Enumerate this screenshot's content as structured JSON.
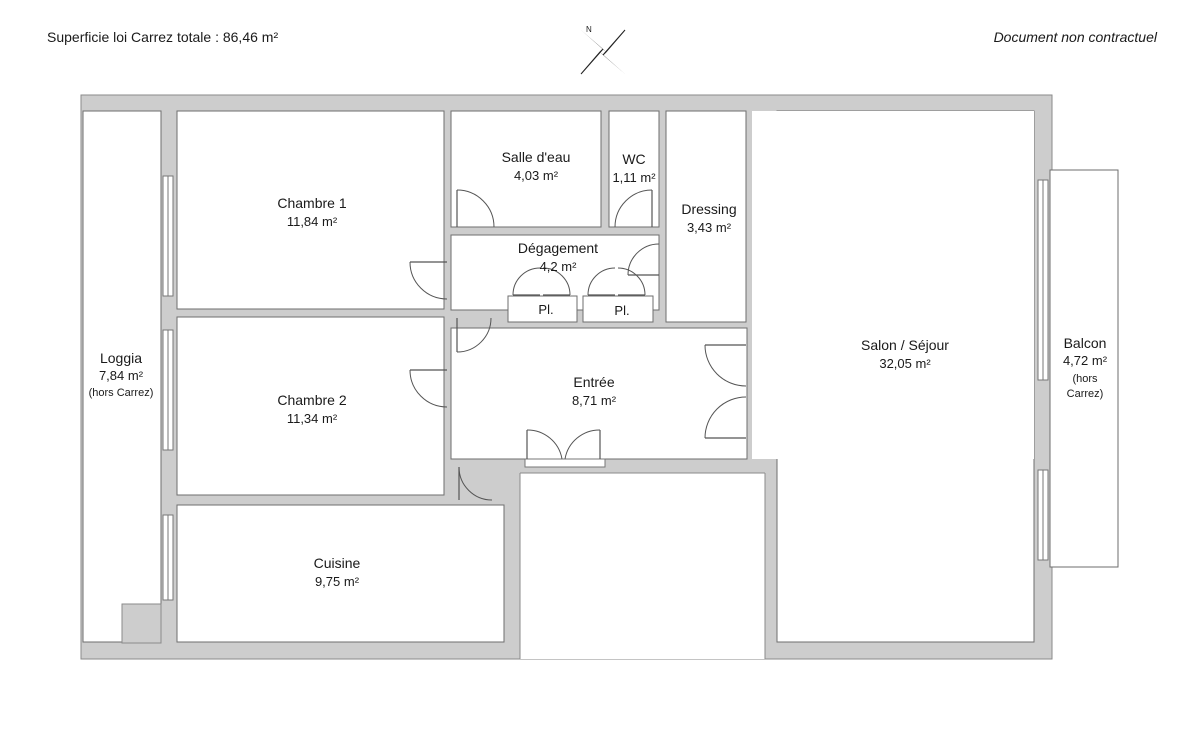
{
  "header": {
    "watermark": "© ",
    "surface_total": "Superficie loi Carrez totale :  86,46 m²",
    "disclaimer": "Document non contractuel"
  },
  "compass": {
    "label": "N"
  },
  "rooms": {
    "chambre1": {
      "name": "Chambre 1",
      "area": "11,84 m²"
    },
    "chambre2": {
      "name": "Chambre 2",
      "area": "11,34 m²"
    },
    "cuisine": {
      "name": "Cuisine",
      "area": "9,75 m²"
    },
    "loggia": {
      "name": "Loggia",
      "area": "7,84 m²",
      "note": "(hors Carrez)"
    },
    "salle_deau": {
      "name": "Salle d'eau",
      "area": "4,03 m²"
    },
    "wc": {
      "name": "WC",
      "area": "1,11 m²"
    },
    "dressing": {
      "name": "Dressing",
      "area": "3,43 m²"
    },
    "degagement": {
      "name": "Dégagement",
      "area": "4,2 m²"
    },
    "placard1": {
      "name": "Pl."
    },
    "placard2": {
      "name": "Pl."
    },
    "entree": {
      "name": "Entrée",
      "area": "8,71 m²"
    },
    "salon": {
      "name": "Salon / Séjour",
      "area": "32,05 m²"
    },
    "balcon": {
      "name": "Balcon",
      "area": "4,72 m²",
      "note_line1": "(hors",
      "note_line2": "Carrez)"
    }
  },
  "colors": {
    "wall": "#cdcdcd",
    "floor": "#ffffff",
    "text": "#1a1a1a"
  }
}
